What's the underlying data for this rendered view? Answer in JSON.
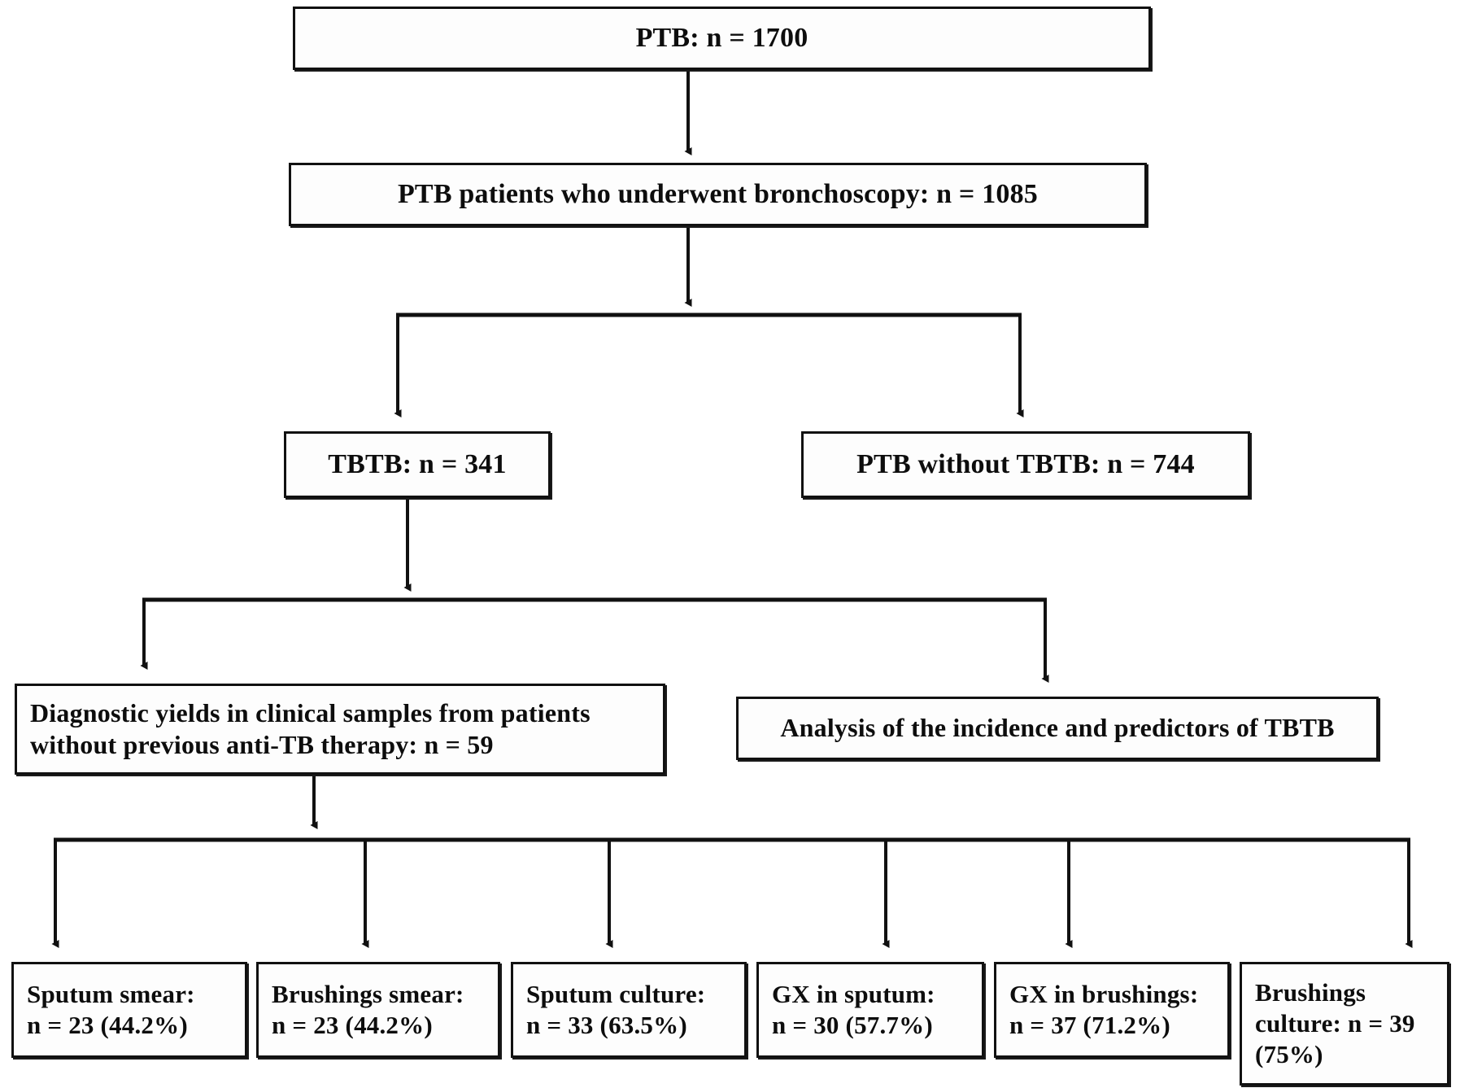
{
  "diagram": {
    "title": "PTB bronchoscopy / TBTB diagnostic yield flowchart",
    "type": "flowchart",
    "orientation": "top-down",
    "colors": {
      "box_border": "#111111",
      "box_fill": "#fdfdfd",
      "connector": "#111111",
      "text": "#0d0d0d"
    },
    "nodes": {
      "ptb": {
        "label": "PTB: n = 1700",
        "n": 1700
      },
      "bronchoscopy": {
        "label": "PTB patients who underwent bronchoscopy: n = 1085",
        "n": 1085
      },
      "tbtb": {
        "label": "TBTB: n = 341",
        "n": 341
      },
      "ptb_without_tbtb": {
        "label": "PTB without TBTB: n = 744",
        "n": 744
      },
      "yields": {
        "label": "Diagnostic yields in clinical samples from patients\nwithout previous anti-TB therapy: n = 59",
        "n": 59
      },
      "analysis": {
        "label": "Analysis of the incidence and predictors of TBTB"
      }
    },
    "results": [
      {
        "key": "sputum-smear",
        "label": "Sputum  smear:\nn = 23 (44.2%)",
        "n": 23,
        "percent": 44.2
      },
      {
        "key": "brushings-smear",
        "label": "Brushings smear:\nn = 23 (44.2%)",
        "n": 23,
        "percent": 44.2
      },
      {
        "key": "sputum-culture",
        "label": "Sputum culture:\nn = 33 (63.5%)",
        "n": 33,
        "percent": 63.5
      },
      {
        "key": "gx-sputum",
        "label": "GX  in  sputum:\nn = 30 (57.7%)",
        "n": 30,
        "percent": 57.7
      },
      {
        "key": "gx-brushings",
        "label": "GX in brushings:\nn = 37 (71.2%)",
        "n": 37,
        "percent": 71.2
      },
      {
        "key": "brushings-culture",
        "label": "Brushings\nculture: n = 39\n(75%)",
        "n": 39,
        "percent": 75
      }
    ]
  }
}
